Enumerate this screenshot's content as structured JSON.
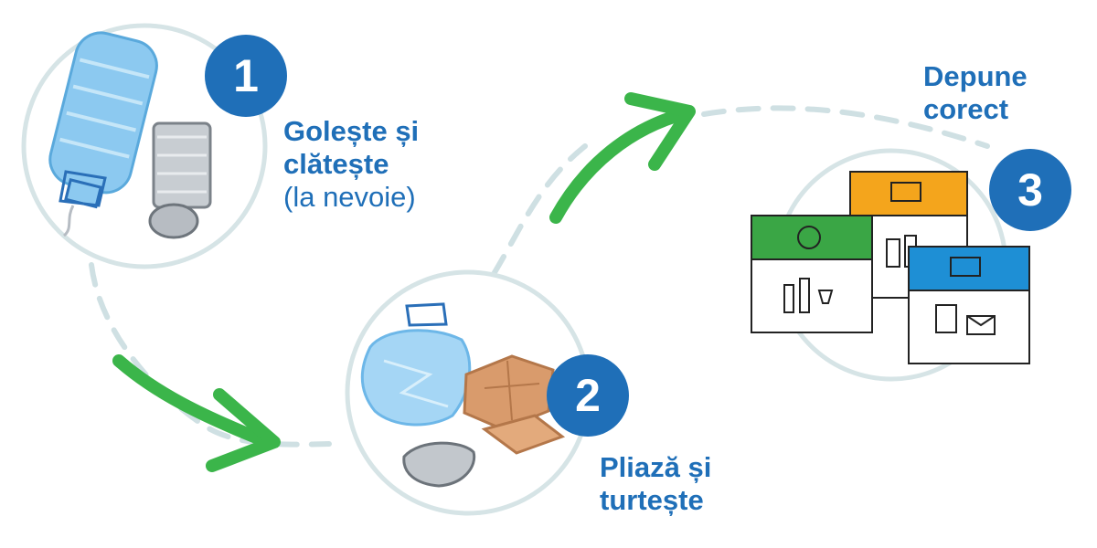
{
  "colors": {
    "badge": "#1f6fb8",
    "label": "#1f6fb8",
    "arrow": "#3bb54a",
    "dashed_path": "#cfe0e3",
    "bin_green": "#3aa645",
    "bin_orange": "#f4a51c",
    "bin_blue": "#1e8fd5"
  },
  "steps": [
    {
      "number": "1",
      "title_line1": "Golește și",
      "title_line2": "clătește",
      "note": "(la nevoie)"
    },
    {
      "number": "2",
      "title_line1": "Pliază și",
      "title_line2": "turtește"
    },
    {
      "number": "3",
      "title_line1": "Depune",
      "title_line2": "corect"
    }
  ],
  "icons": [
    "water-bottle-icon",
    "tin-can-icon",
    "crumpled-bottle-icon",
    "cardboard-icon",
    "crushed-can-icon",
    "recycling-bins-icon"
  ]
}
